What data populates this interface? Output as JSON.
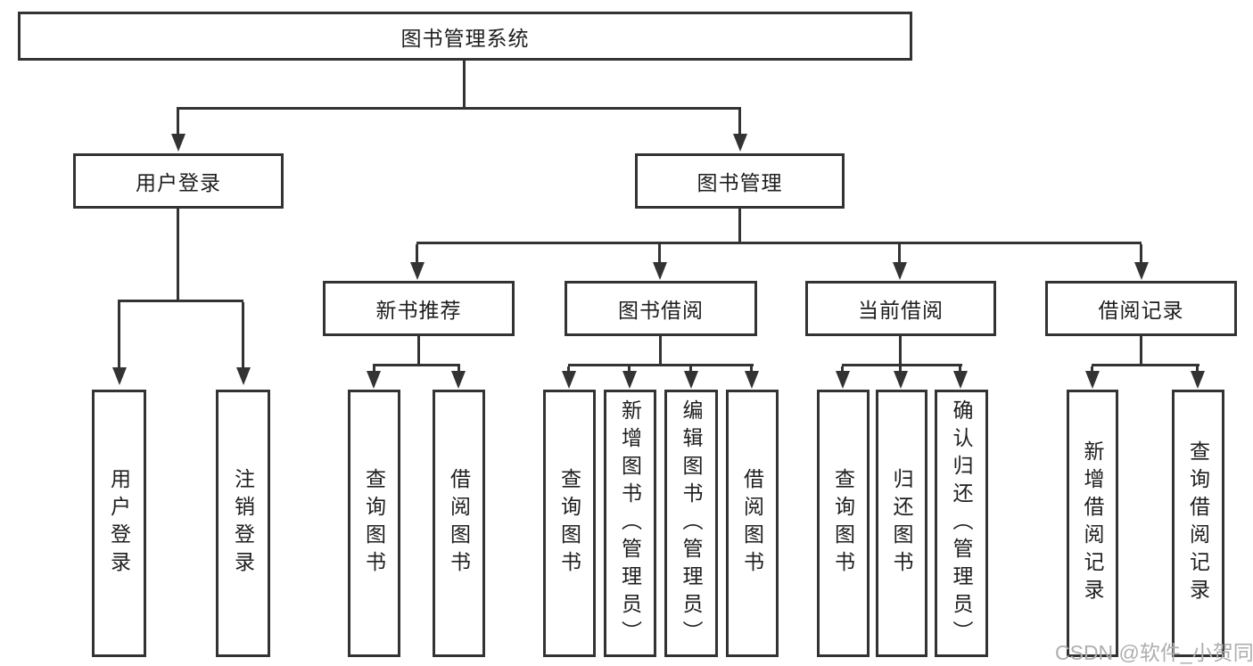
{
  "diagram": {
    "title": "图书管理系统",
    "line_color": "#333333",
    "background_color": "#ffffff"
  },
  "tree": {
    "root": {
      "label": "图书管理系统"
    },
    "branches": [
      {
        "label": "用户登录",
        "leaves": [
          {
            "label": "用户登录"
          },
          {
            "label": "注销登录"
          }
        ]
      },
      {
        "label": "图书管理",
        "groups": [
          {
            "label": "新书推荐",
            "leaves": [
              {
                "label": "查询图书"
              },
              {
                "label": "借阅图书"
              }
            ]
          },
          {
            "label": "图书借阅",
            "leaves": [
              {
                "label": "查询图书"
              },
              {
                "label": "新增图书（管理员）"
              },
              {
                "label": "编辑图书（管理员）"
              },
              {
                "label": "借阅图书"
              }
            ]
          },
          {
            "label": "当前借阅",
            "leaves": [
              {
                "label": "查询图书"
              },
              {
                "label": "归还图书"
              },
              {
                "label": "确认归还（管理员）"
              }
            ]
          },
          {
            "label": "借阅记录",
            "leaves": [
              {
                "label": "新增借阅记录"
              },
              {
                "label": "查询借阅记录"
              }
            ]
          }
        ]
      }
    ]
  },
  "watermark": {
    "text": "CSDN @软件_小贺同学",
    "color": "#aeaeae"
  }
}
